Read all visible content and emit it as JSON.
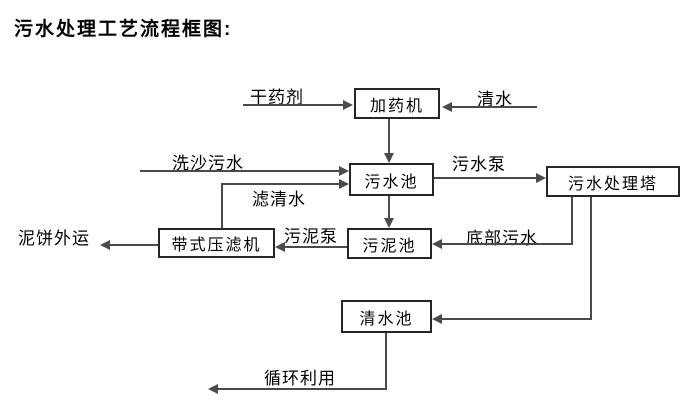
{
  "page": {
    "title": "污水处理工艺流程框图:"
  },
  "colors": {
    "background": "#ffffff",
    "line": "#4a4a4a",
    "box_border": "#262626",
    "text": "#000000"
  },
  "diagram": {
    "nodes": [
      {
        "id": "dosing-machine",
        "label": "加药机"
      },
      {
        "id": "sewage-pool",
        "label": "污水池"
      },
      {
        "id": "sewage-treatment-tower",
        "label": "污水处理塔"
      },
      {
        "id": "sludge-pool",
        "label": "污泥池"
      },
      {
        "id": "belt-filter-press",
        "label": "带式压滤机"
      },
      {
        "id": "clean-water-pool",
        "label": "清水池"
      }
    ],
    "edge_labels": [
      {
        "id": "dry-chemical",
        "label": "干药剂"
      },
      {
        "id": "clean-water",
        "label": "清水"
      },
      {
        "id": "sand-washing-sewage",
        "label": "洗沙污水"
      },
      {
        "id": "filtered-water",
        "label": "滤清水"
      },
      {
        "id": "sewage-pump",
        "label": "污水泵"
      },
      {
        "id": "sludge-pump",
        "label": "污泥泵"
      },
      {
        "id": "bottom-sewage",
        "label": "底部污水"
      },
      {
        "id": "mud-cake-shipped-out",
        "label": "泥饼外运"
      },
      {
        "id": "recycling",
        "label": "循环利用"
      }
    ],
    "flows": [
      {
        "from_label": "干药剂",
        "to": "加药机"
      },
      {
        "from_label": "清水",
        "to": "加药机"
      },
      {
        "from": "加药机",
        "to": "污水池"
      },
      {
        "from_label": "洗沙污水",
        "to": "污水池"
      },
      {
        "from": "带式压滤机",
        "to": "污水池",
        "label": "滤清水"
      },
      {
        "from": "污水池",
        "to": "污水处理塔",
        "label": "污水泵"
      },
      {
        "from": "污水池",
        "to": "污泥池"
      },
      {
        "from": "污水处理塔",
        "to": "污泥池",
        "label": "底部污水"
      },
      {
        "from": "污泥池",
        "to": "带式压滤机",
        "label": "污泥泵"
      },
      {
        "from": "带式压滤机",
        "to_label": "泥饼外运"
      },
      {
        "from": "污水处理塔",
        "to": "清水池"
      },
      {
        "from": "清水池",
        "to_label": "循环利用"
      }
    ]
  }
}
